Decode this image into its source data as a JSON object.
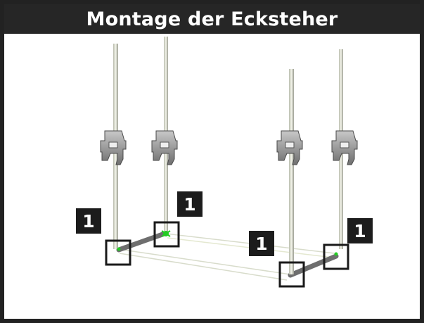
{
  "title": "Montage der Ecksteher",
  "callouts": [
    {
      "id": "front-left",
      "label": "1"
    },
    {
      "id": "back-left",
      "label": "1"
    },
    {
      "id": "front-right",
      "label": "1"
    },
    {
      "id": "back-right",
      "label": "1"
    }
  ],
  "colors": {
    "frame": "#222222",
    "title_bg": "#262626",
    "title_text": "#ffffff",
    "callout_bg": "#1c1c1c",
    "highlight_box": "#1a1a1a",
    "marker": "#22cc22"
  }
}
